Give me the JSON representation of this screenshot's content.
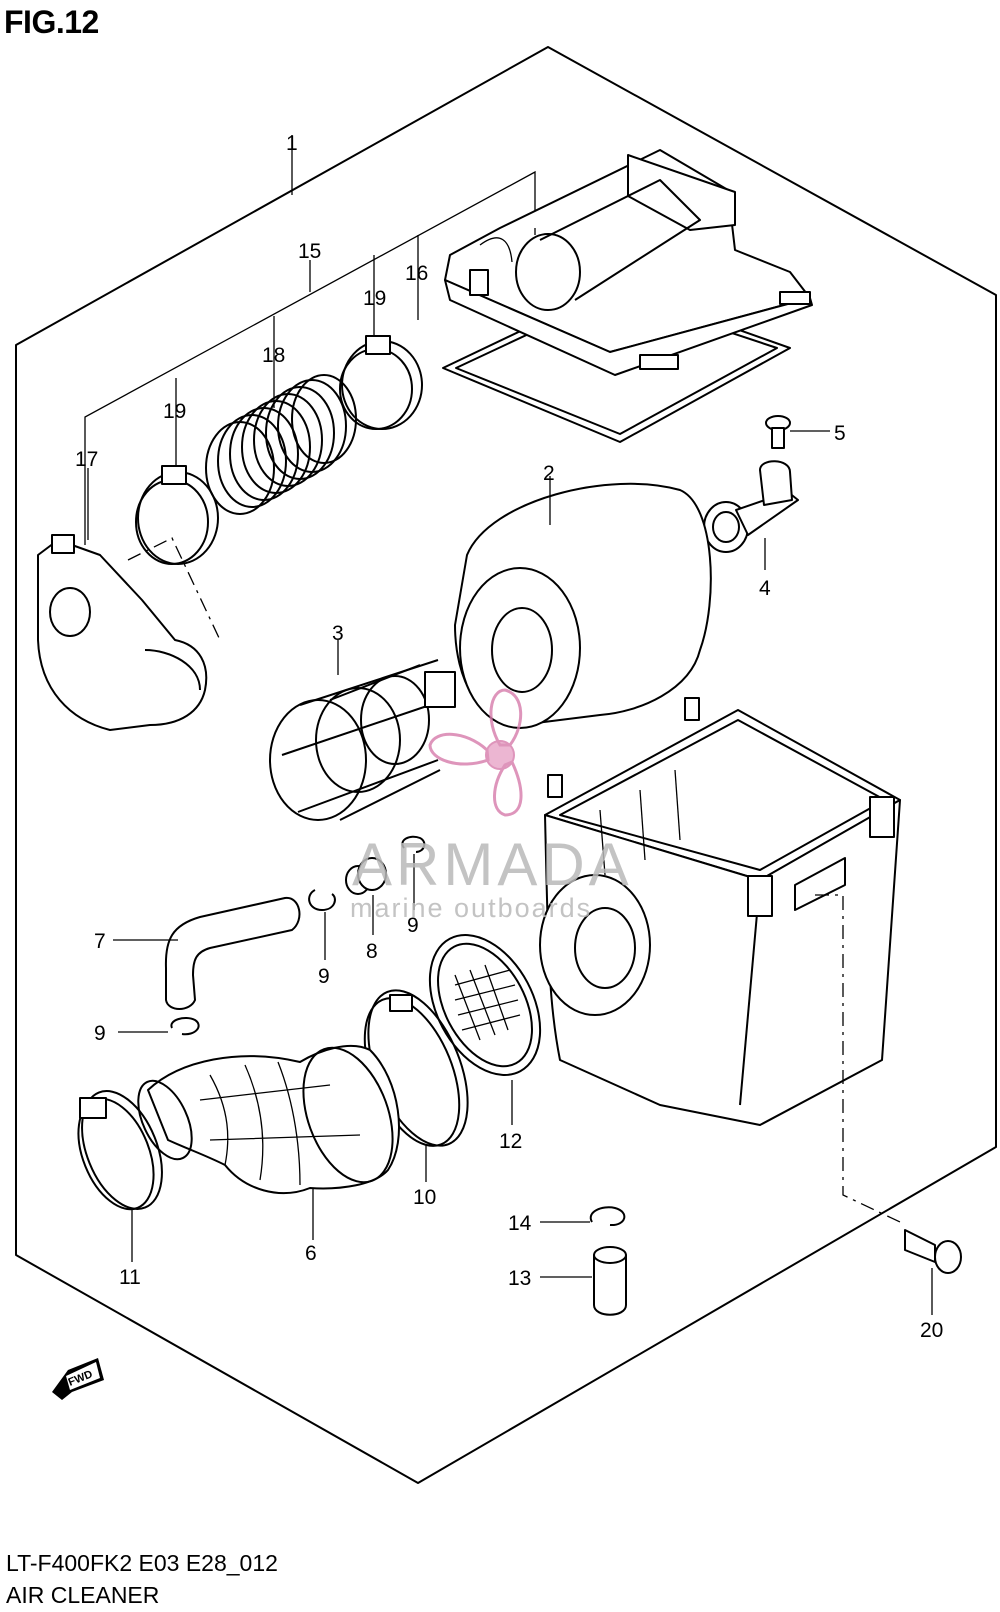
{
  "figure": {
    "title": "FIG.12",
    "model_code": "LT-F400FK2 E03 E28_012",
    "section_name": "AIR CLEANER"
  },
  "watermark": {
    "brand": "ARMADA",
    "tagline": "marine outboards",
    "color": "#e8a4c8"
  },
  "direction_badge": "FWD",
  "callouts": {
    "n1": "1",
    "n2": "2",
    "n3": "3",
    "n4": "4",
    "n5": "5",
    "n6": "6",
    "n7": "7",
    "n8": "8",
    "n9a": "9",
    "n9b": "9",
    "n9c": "9",
    "n10": "10",
    "n11": "11",
    "n12": "12",
    "n13": "13",
    "n14": "14",
    "n15": "15",
    "n16": "16",
    "n17": "17",
    "n18": "18",
    "n19a": "19",
    "n19b": "19",
    "n20": "20"
  }
}
